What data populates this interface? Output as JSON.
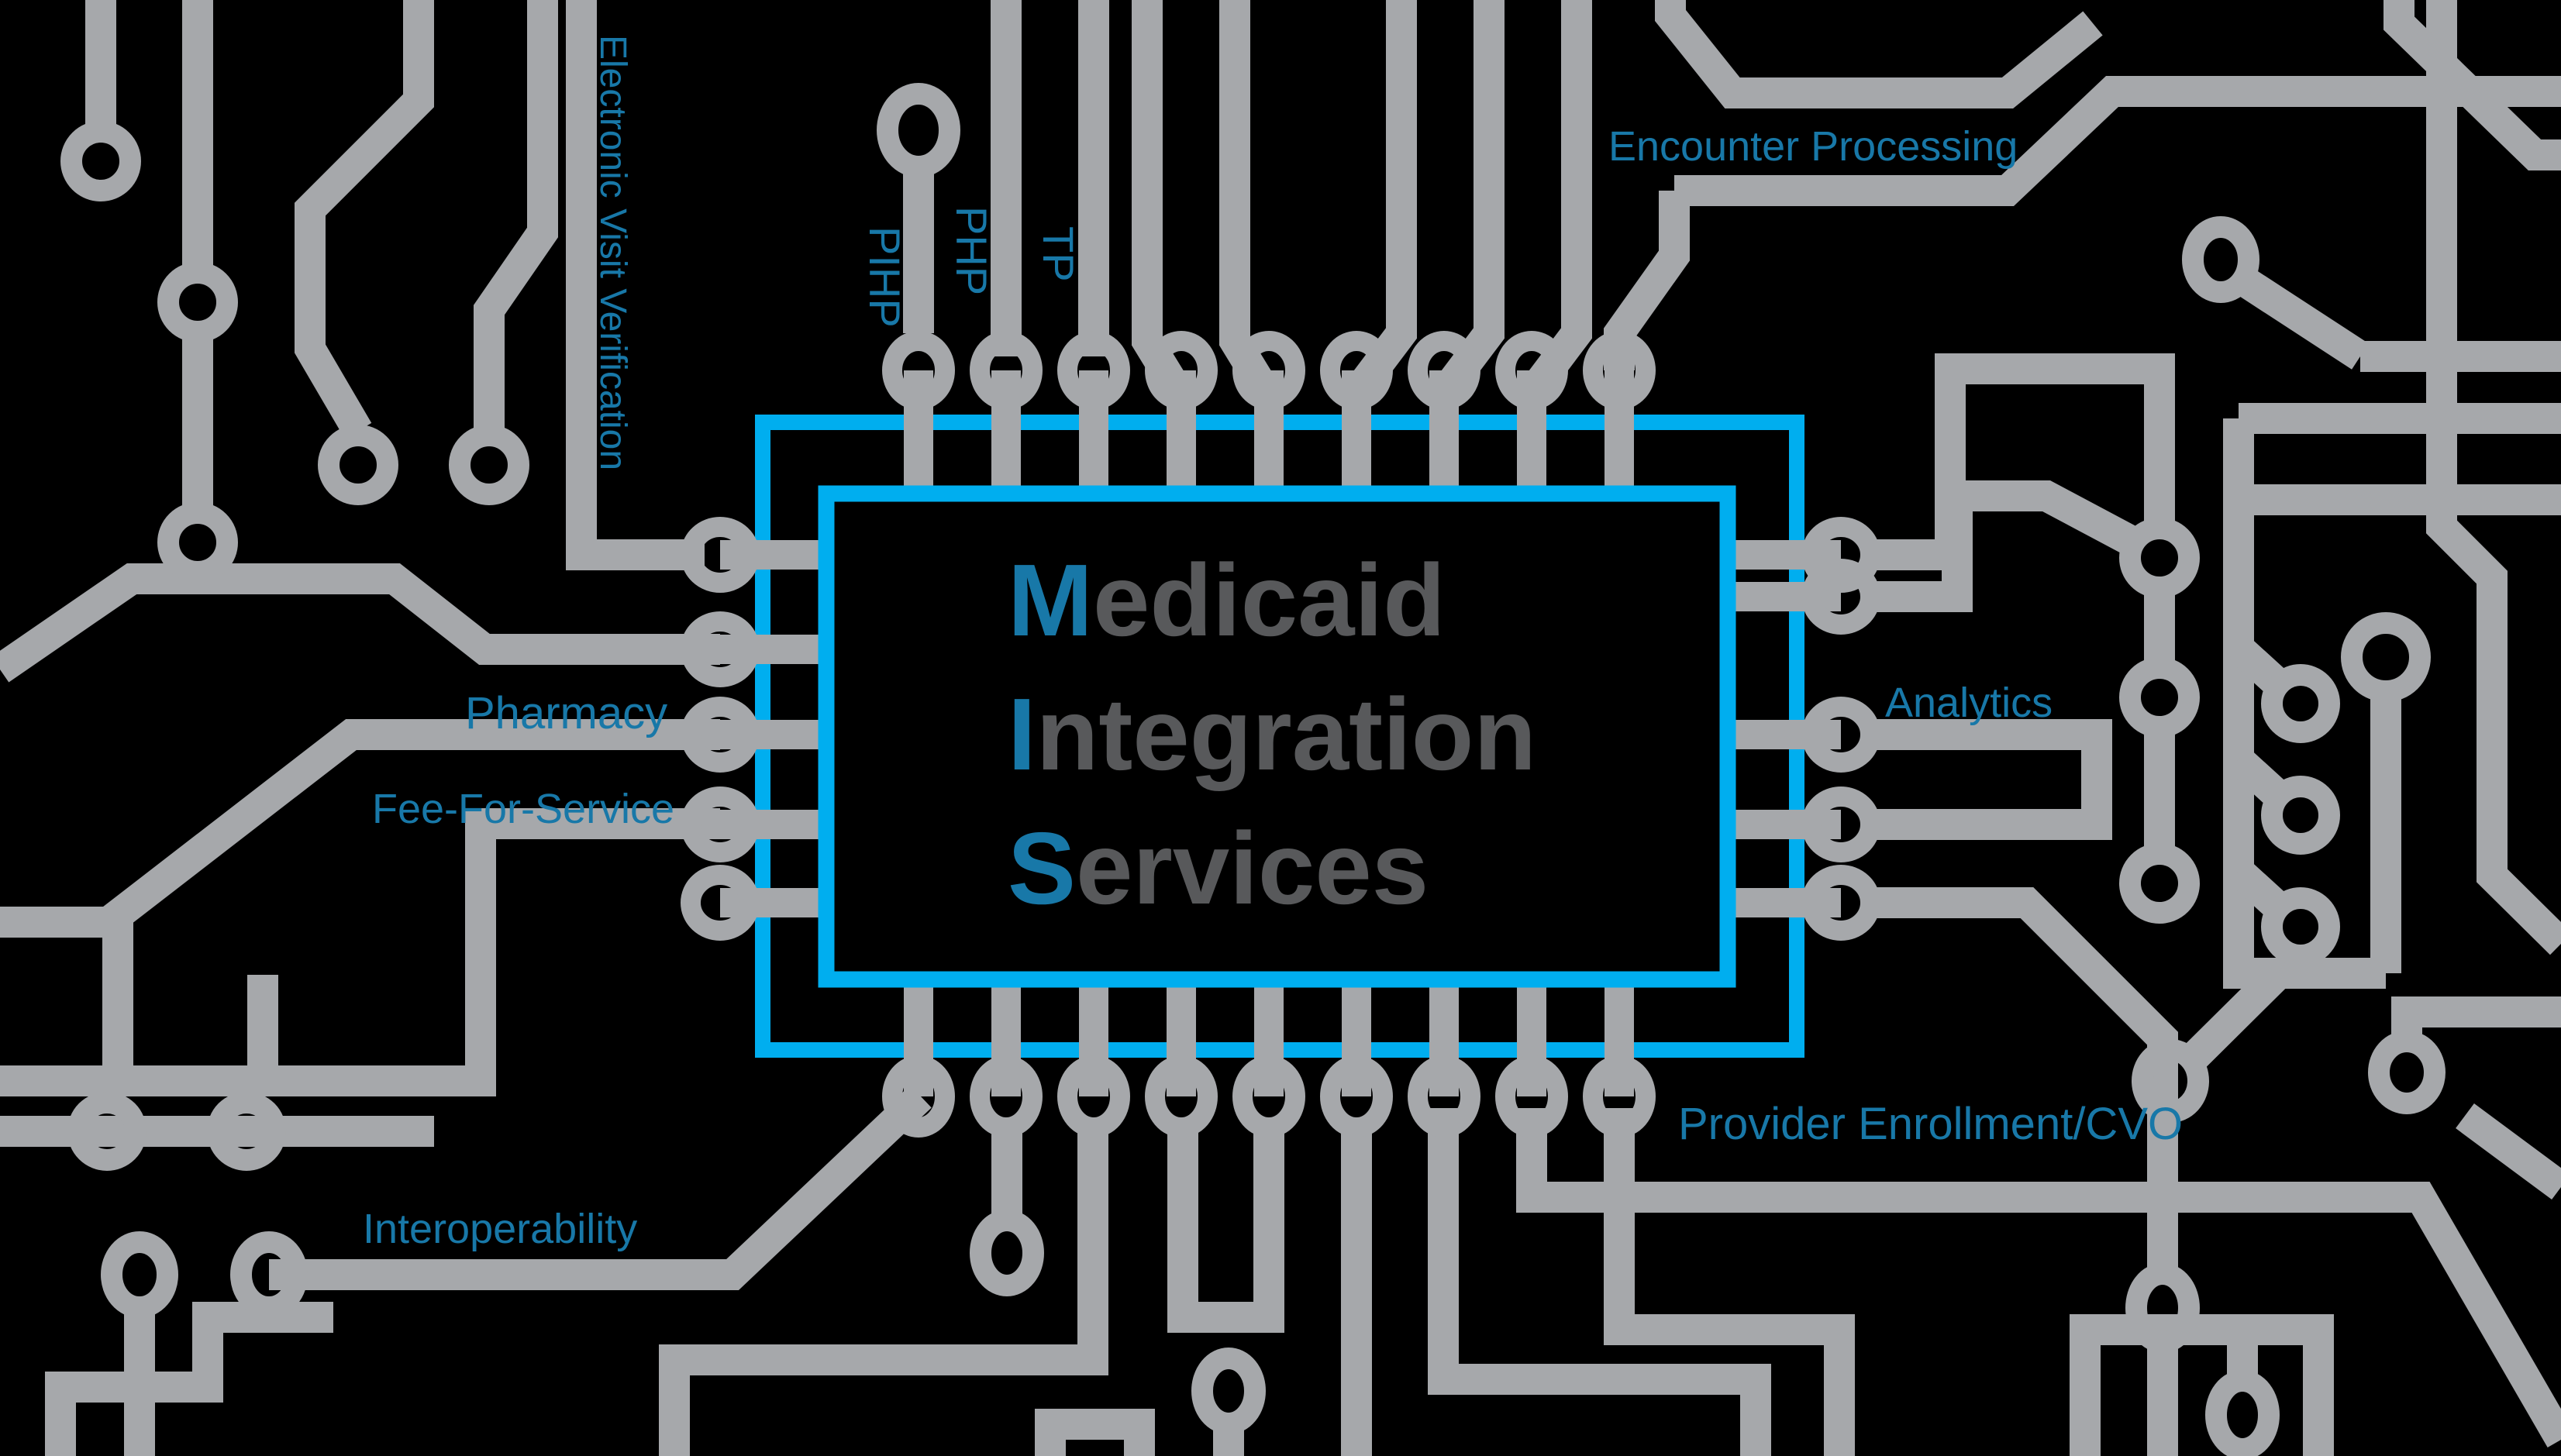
{
  "page_title": "Medicaid Integration Services",
  "colors": {
    "background": "#000000",
    "trace_gray": "#A6A8AB",
    "chip_border_blue": "#00AEEF",
    "label_blue": "#1878A8",
    "chip_text_gray": "#58595B"
  },
  "chip": {
    "title_lines": [
      {
        "initial": "M",
        "rest": "edicaid"
      },
      {
        "initial": "I",
        "rest": "ntegration"
      },
      {
        "initial": "S",
        "rest": "ervices"
      }
    ]
  },
  "labels": {
    "electronic_visit_verification": "Electronic Visit Verification",
    "pihp": "PIHP",
    "php": "PHP",
    "tp": "TP",
    "encounter_processing": "Encounter Processing",
    "pharmacy": "Pharmacy",
    "fee_for_service": "Fee-For-Service",
    "analytics": "Analytics",
    "interoperability": "Interoperability",
    "provider_enrollment_cvo": "Provider Enrollment/CVO"
  }
}
